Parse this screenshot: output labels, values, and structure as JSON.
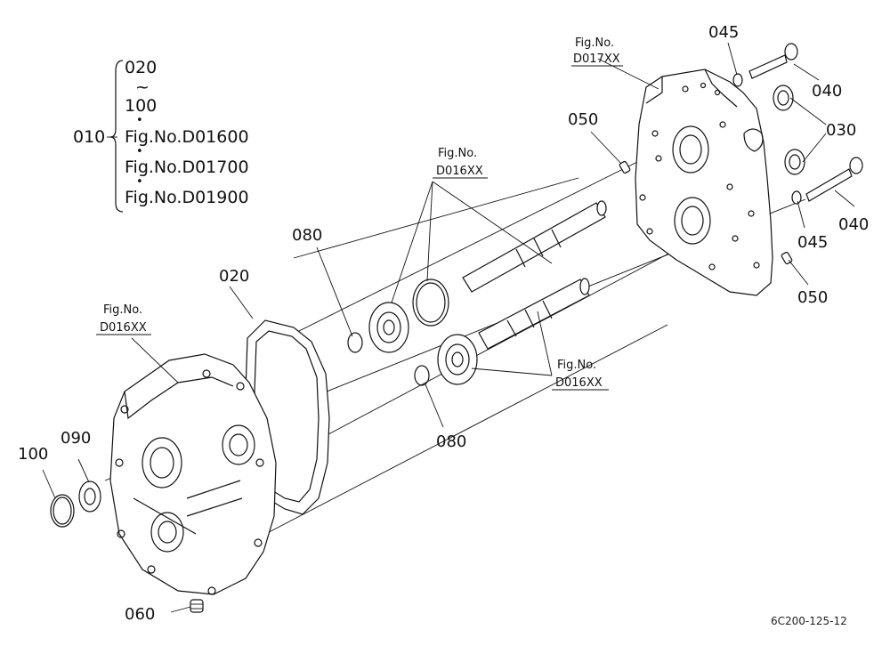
{
  "legend": {
    "assembly_number": "010",
    "range_start": "020",
    "tilde": "~",
    "range_end": "100",
    "bullet": "•",
    "fig_refs": [
      "Fig.No.D01600",
      "Fig.No.D01700",
      "Fig.No.D01900"
    ]
  },
  "callouts": {
    "part_020": "020",
    "part_030": "030",
    "part_040_top": "040",
    "part_040_bottom": "040",
    "part_045_top": "045",
    "part_045_bottom": "045",
    "part_050_top": "050",
    "part_050_bottom": "050",
    "part_060": "060",
    "part_080_top": "080",
    "part_080_bottom": "080",
    "part_090": "090",
    "part_100": "100"
  },
  "fig_refs": {
    "top_right": {
      "line1": "Fig.No.",
      "line2": "D017XX"
    },
    "middle": {
      "line1": "Fig.No.",
      "line2": "D016XX"
    },
    "left": {
      "line1": "Fig.No.",
      "line2": "D016XX"
    },
    "lower_right": {
      "line1": "Fig.No.",
      "line2": "D016XX"
    }
  },
  "drawing_code": "6C200-125-12"
}
